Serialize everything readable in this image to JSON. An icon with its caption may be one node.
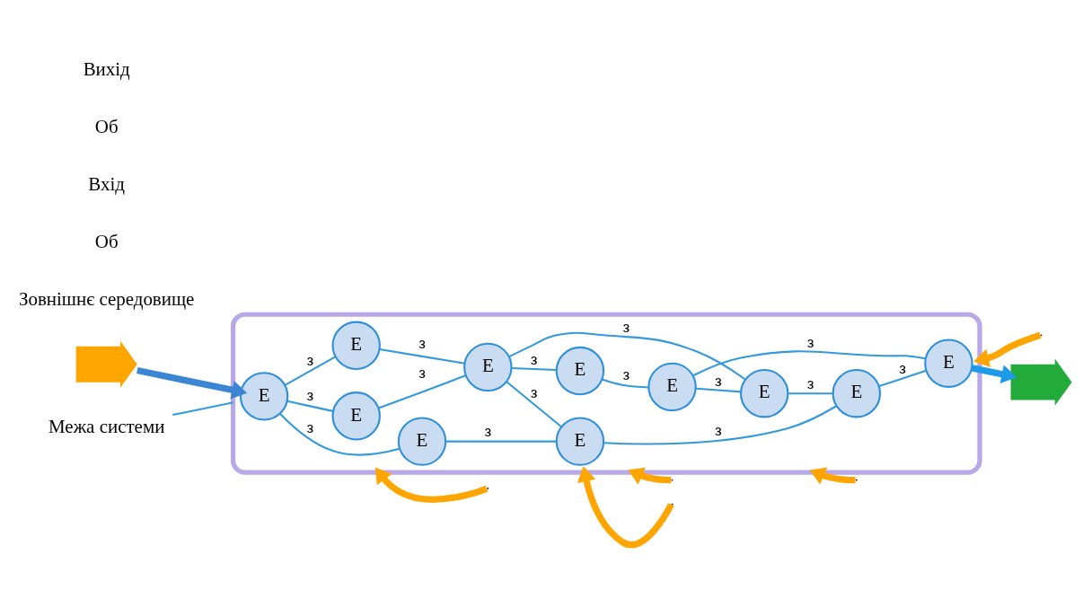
{
  "diagram": {
    "nodes": [
      {
        "text": [],
        "shape": "ellipse"
      },
      {
        "text": [
          "Е"
        ],
        "in": 0
      },
      {
        "text": [
          "Е"
        ],
        "in": 0
      },
      {
        "text": [
          "Е"
        ],
        "in": 0
      },
      {
        "text": [
          "Е"
        ],
        "in": 0
      },
      {
        "text": [
          "Е"
        ],
        "in": 0
      },
      {
        "text": [
          "Е"
        ],
        "in": 0
      },
      {
        "text": [
          "Е"
        ],
        "in": 0
      },
      {
        "text": [
          "Е"
        ],
        "in": 0
      },
      {
        "text": [
          "Е"
        ],
        "in": 0
      },
      {
        "text": [
          "Е"
        ],
        "in": 0
      },
      {
        "text": [
          "Е"
        ],
        "in": 0
      },
      {
        "text": [],
        "shape": "arrow"
      },
      {
        "text": [],
        "shape": "arrow"
      },
      {
        "text": [
          "Межа системи"
        ]
      }
    ],
    "edges": [
      {
        "from": 1,
        "to": 2,
        "arrow": "none",
        "label": "з"
      },
      {
        "from": 1,
        "to": 3,
        "arrow": "none",
        "label": "з"
      },
      {
        "from": 1,
        "to": 4,
        "arrow": "none",
        "label": "з"
      },
      {
        "from": 2,
        "to": 5,
        "arrow": "none",
        "label": "з"
      },
      {
        "from": 3,
        "to": 5,
        "arrow": "none",
        "label": "з"
      },
      {
        "from": 5,
        "to": 6,
        "arrow": "none",
        "label": "з"
      },
      {
        "from": 5,
        "to": 8,
        "arrow": "none",
        "label": "з"
      },
      {
        "from": 5,
        "to": 9,
        "arrow": "none",
        "label": "з"
      },
      {
        "from": 6,
        "to": 7,
        "arrow": "none",
        "label": "з"
      },
      {
        "from": 7,
        "to": 8,
        "arrow": "none",
        "label": "з"
      },
      {
        "from": 7,
        "to": 11,
        "arrow": "none",
        "label": "з"
      },
      {
        "from": 8,
        "to": 10,
        "arrow": "none",
        "label": "з"
      },
      {
        "from": 4,
        "to": 9,
        "arrow": "none",
        "label": "з"
      },
      {
        "from": 9,
        "to": 10,
        "arrow": "none",
        "label": "з"
      },
      {
        "from": 10,
        "to": 11,
        "arrow": "none",
        "label": "з"
      },
      {
        "from": 12,
        "to": 1,
        "arrow": "to",
        "style": "thick",
        "color": "#3a86d4"
      },
      {
        "from": 11,
        "to": 13,
        "arrow": "to",
        "style": "thick",
        "color": "#1e9be8"
      },
      {
        "from": null,
        "to": 0,
        "arrow": "to",
        "style": "thick",
        "color": "#ffa500"
      },
      {
        "from": null,
        "to": 0,
        "arrow": "to",
        "style": "thick",
        "color": "#ffa500"
      },
      {
        "from": null,
        "to": 0,
        "arrow": "to",
        "style": "thick",
        "color": "#ffa500"
      },
      {
        "from": null,
        "to": 0,
        "arrow": "to",
        "style": "thick",
        "color": "#ffa500"
      },
      {
        "from": null,
        "to": 0,
        "arrow": "to",
        "style": "thick",
        "color": "#ffa500"
      },
      {
        "from": 14,
        "to": 0,
        "arrow": "none",
        "color": "#2d9be0"
      }
    ],
    "labels": [
      "Зовнішнє середовище",
      "Об",
      "Вхід",
      "Об",
      "Вихід"
    ]
  }
}
